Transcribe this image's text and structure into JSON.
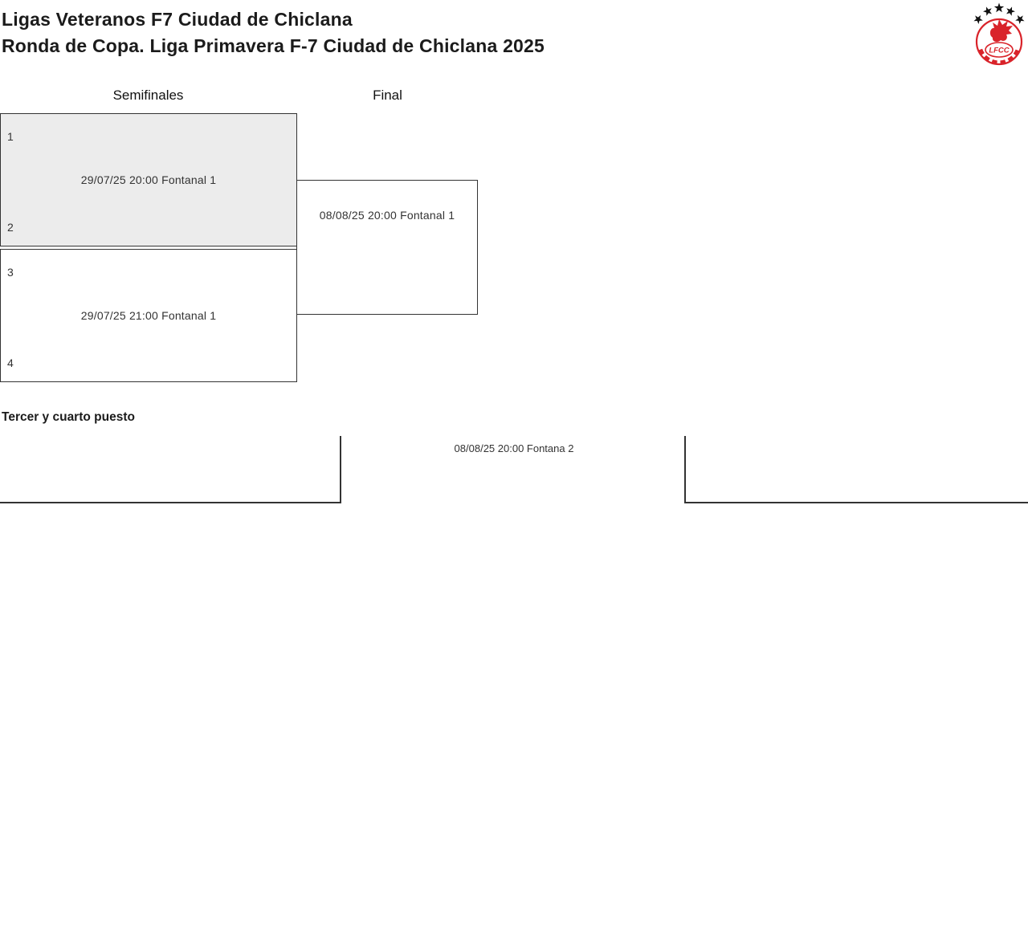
{
  "header": {
    "title_line1": "Ligas Veteranos F7 Ciudad de Chiclana",
    "title_line2": "Ronda de Copa. Liga Primavera F-7 Ciudad de Chiclana 2025"
  },
  "logo": {
    "text": "LFCC",
    "stars": 5,
    "primary_color": "#d9232a",
    "star_color": "#111111"
  },
  "bracket": {
    "round_headers": [
      {
        "label": "Semifinales"
      },
      {
        "label": "Final"
      }
    ],
    "matches": {
      "semifinal1": {
        "slot_top": "1",
        "slot_bottom": "2",
        "schedule": "29/07/25 20:00 Fontanal 1",
        "highlighted": true
      },
      "semifinal2": {
        "slot_top": "3",
        "slot_bottom": "4",
        "schedule": "29/07/25 21:00 Fontanal 1",
        "highlighted": false
      },
      "final": {
        "schedule": "08/08/25 20:00 Fontanal 1"
      }
    }
  },
  "third_place": {
    "heading": "Tercer y cuarto puesto",
    "schedule": "08/08/25 20:00 Fontana 2"
  },
  "colors": {
    "border": "#333333",
    "highlight_fill": "#ececec",
    "text_primary": "#1b1b1b",
    "text_secondary": "#333333",
    "accent_red": "#d9232a"
  }
}
